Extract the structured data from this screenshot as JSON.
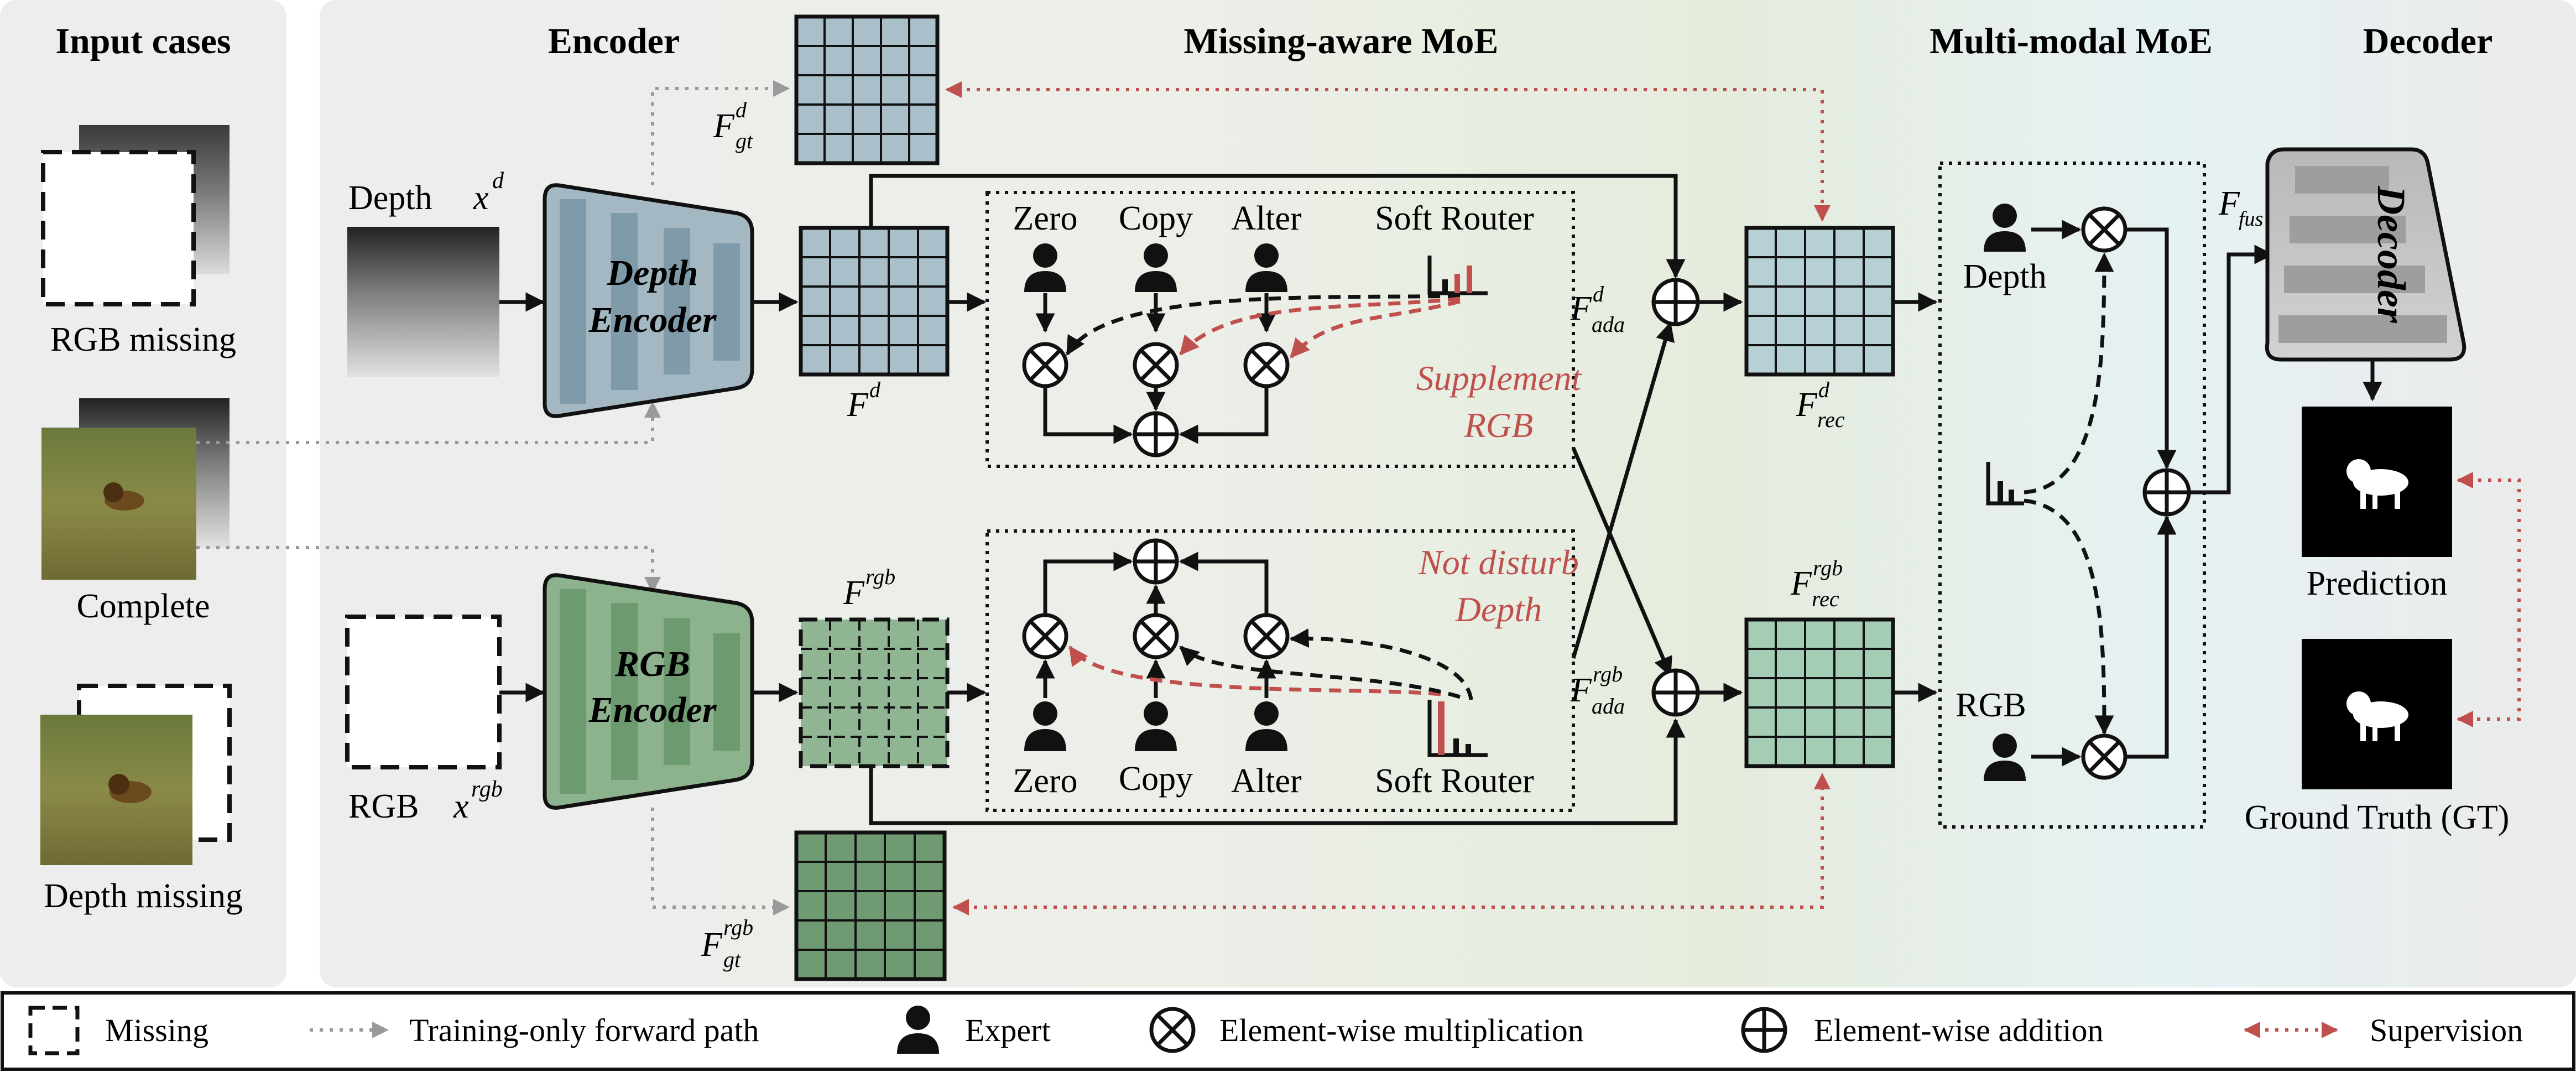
{
  "sections": {
    "input_cases": "Input cases",
    "encoder": "Encoder",
    "missing_moe": "Missing-aware MoE",
    "multimodal_moe": "Multi-modal MoE",
    "decoder": "Decoder"
  },
  "input_cases": {
    "rgb_missing": "RGB missing",
    "complete": "Complete",
    "depth_missing": "Depth missing"
  },
  "encoder": {
    "depth_label": "Depth",
    "depth_var": "x",
    "depth_sup": "d",
    "rgb_label": "RGB",
    "rgb_var": "x",
    "rgb_sup": "rgb",
    "depth_encoder_line1": "Depth",
    "depth_encoder_line2": "Encoder",
    "rgb_encoder_line1": "RGB",
    "rgb_encoder_line2": "Encoder"
  },
  "features": {
    "F": "F",
    "d": "d",
    "rgb": "rgb",
    "gt": "gt",
    "ada": "ada",
    "rec": "rec",
    "fus": "fus"
  },
  "moe_top": {
    "experts": [
      "Zero",
      "Copy",
      "Alter"
    ],
    "router": "Soft Router",
    "note_line1": "Supplement",
    "note_line2": "RGB"
  },
  "moe_bottom": {
    "experts": [
      "Zero",
      "Copy",
      "Alter"
    ],
    "router": "Soft Router",
    "note_line1": "Not disturb",
    "note_line2": "Depth"
  },
  "multimodal": {
    "depth": "Depth",
    "rgb": "RGB"
  },
  "decoder": {
    "label": "Decoder",
    "prediction": "Prediction",
    "ground_truth": "Ground Truth (GT)"
  },
  "legend": {
    "missing": "Missing",
    "training_path": "Training-only forward path",
    "expert": "Expert",
    "multiplication": "Element-wise multiplication",
    "addition": "Element-wise addition",
    "supervision": "Supervision"
  },
  "colors": {
    "depth_feature": "#a9bfca",
    "rgb_feature": "#8fb592",
    "depth_encoder": "#a3b8c3",
    "rgb_encoder": "#8db38e",
    "supervision": "#c0504d",
    "training_path": "#9a9a9a"
  }
}
